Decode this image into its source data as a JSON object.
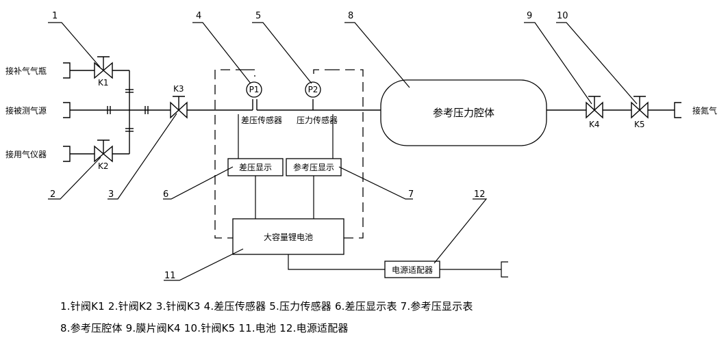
{
  "sources": {
    "supply_bottle": "接补气气瓶",
    "tested_source": "接被测气源",
    "gas_instrument": "接用气仪器",
    "nitrogen": "接氮气"
  },
  "valves": {
    "k1": "K1",
    "k2": "K2",
    "k3": "K3",
    "k4": "K4",
    "k5": "K5"
  },
  "sensors": {
    "p1": "P1",
    "p2": "P2",
    "diff_sensor": "差压传感器",
    "pressure_sensor": "压力传感器"
  },
  "displays": {
    "diff_display": "差压显示",
    "ref_display": "参考压显示"
  },
  "chamber": "参考压力腔体",
  "battery": "大容量锂电池",
  "adapter": "电源适配器",
  "callouts": [
    "1",
    "2",
    "3",
    "4",
    "5",
    "6",
    "7",
    "8",
    "9",
    "10",
    "11",
    "12"
  ],
  "legend": {
    "line1": "1.针阀K1  2.针阀K2  3.针阀K3  4.差压传感器  5.压力传感器  6.差压显示表  7.参考压显示表",
    "line2": "8.参考压腔体  9.膜片阀K4  10.针阀K5  11.电池  12.电源适配器"
  }
}
